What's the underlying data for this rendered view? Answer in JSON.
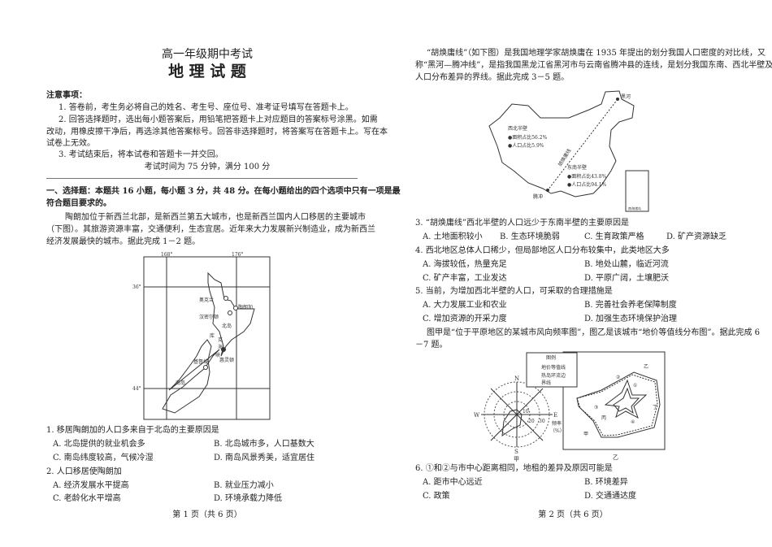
{
  "page1": {
    "subtitle": "高一年级期中考试",
    "title": "地 理 试 题",
    "notice_head": "注意事项：",
    "notice": [
      "1. 答卷前，考生务必将自己的姓名、考生号、座位号、准考证号填写在答题卡上。",
      "2. 回答选择题时，选出每小题答案后，用铅笔把答题卡上对应题目的答案标号涂黑。如需",
      "改动，用橡皮擦干净后，再选涂其他答案标号。回答非选择题时，将答案写在答题卡上。写在本",
      "试卷上无效。",
      "3. 考试结束后，将本试卷和答题卡一并交回。"
    ],
    "time_info": "考试时间为 75 分钟，满分 100 分",
    "section_head": [
      "一、选择题：本题共 16 小题，每小题 3 分，共 48 分。在每小题给出的四个选项中只有一项是最",
      "符合题目要求的。"
    ],
    "passage": [
      "陶朗加位于新西兰北部，是新西兰第五大城市，也是新西兰国内人口移居的主要城市",
      "（下图）。其旅游资源丰富，交通便利，生态宜居。近年来大力发展新兴制造业，成为新西兰",
      "经济发展最快的城市。据此完成 1－2 题。"
    ],
    "map": {
      "lon": [
        "168°",
        "176°"
      ],
      "lat": [
        "36°",
        "44°"
      ],
      "labels": [
        "奥克兰",
        "陶朗加",
        "汉密尔顿",
        "北岛",
        "库",
        "克",
        "海",
        "峡",
        "惠灵顿",
        "基督城",
        "南岛"
      ]
    },
    "questions": [
      {
        "stem": "1. 移居陶朗加的人口多来自于北岛的主要原因是",
        "options": [
          "A. 北岛提供的就业机会多",
          "B. 北岛城市多，人口基数大",
          "C. 南岛纬度较高，气候冷湿",
          "D. 南岛风景秀美，适宜居住"
        ]
      },
      {
        "stem": "2. 人口移居使陶朗加",
        "options": [
          "A. 经济发展水平提高",
          "B. 就业压力减小",
          "C. 老龄化水平增高",
          "D. 环境承载力降低"
        ]
      }
    ],
    "footer": "第 1 页（共 6 页）"
  },
  "page2": {
    "passage1": [
      "“胡焕庸线”（如下图）是我国地理学家胡焕庸在 1935 年提出的划分我国人口密度的对比线，又",
      "称“黑河—腾冲线”，是指我国黑龙江省黑河市与云南省腾冲县的连线，是划分我国东南、西北半壁及",
      "人口分布差异的界线。据此完成 3－5 题。"
    ],
    "china_map": {
      "heihe": "黑河",
      "tengchong": "腾冲",
      "line": "胡焕庸线",
      "nw": [
        "西北半壁",
        "●面积占比56.2%",
        "●人口占比5.9%"
      ],
      "se": [
        "东南半壁",
        "●面积占比43.8%",
        "●人口占比94.1%"
      ],
      "inset": "南海诸岛"
    },
    "q3": {
      "stem": "3. “胡焕庸线”西北半壁的人口远少于东南半壁的主要原因是",
      "options": [
        "A. 土地面积较小",
        "B. 生态环境脆弱",
        "C. 生育政策严格",
        "D. 矿产资源缺乏"
      ]
    },
    "q4": {
      "stem": "4. 西北地区总体人口稀少，但局部地区人口分布较集中，此类地区大多",
      "options": [
        "A. 海拔较低，热量充足",
        "B. 地处山麓，临近河流",
        "C. 矿产丰富，工业发达",
        "D. 平原广阔，土壤肥沃"
      ]
    },
    "q5": {
      "stem": "5. 当前，为增加西北半壁的人口，可采取的合理措施是",
      "options": [
        "A. 大力发展工业和农业",
        "B. 完善社会养老保障制度",
        "C. 增加资源的开采力度",
        "D. 加强生态环境保护治理"
      ]
    },
    "passage2": [
      "图甲是“位于平原地区的某城市风向频率图”，图乙是该城市“地价等值线分布图”。据此完成 6",
      "－7 题。"
    ],
    "figure": {
      "legend_title": "图例",
      "legend": [
        "地价等值线",
        "热岛环流边",
        "界线"
      ],
      "rose": {
        "N": "N",
        "S": "S",
        "E": "E",
        "W": "W",
        "ticks": [
          "10",
          "20",
          "30"
        ],
        "unit": [
          "频率",
          "（%）"
        ],
        "caption": "甲"
      },
      "plan": {
        "marks": [
          "①",
          "②",
          "③",
          "④",
          "乙",
          "丁",
          "丙",
          "甲"
        ],
        "caption": "乙"
      }
    },
    "q6": {
      "stem": "6. ①和②与市中心距离相同，地租的差异及原因可能是",
      "options": [
        "A. 距市中心远近",
        "B. 环境差异",
        "C. 政策",
        "D. 交通通达度"
      ]
    },
    "footer": "第 2 页（共 6 页）"
  }
}
